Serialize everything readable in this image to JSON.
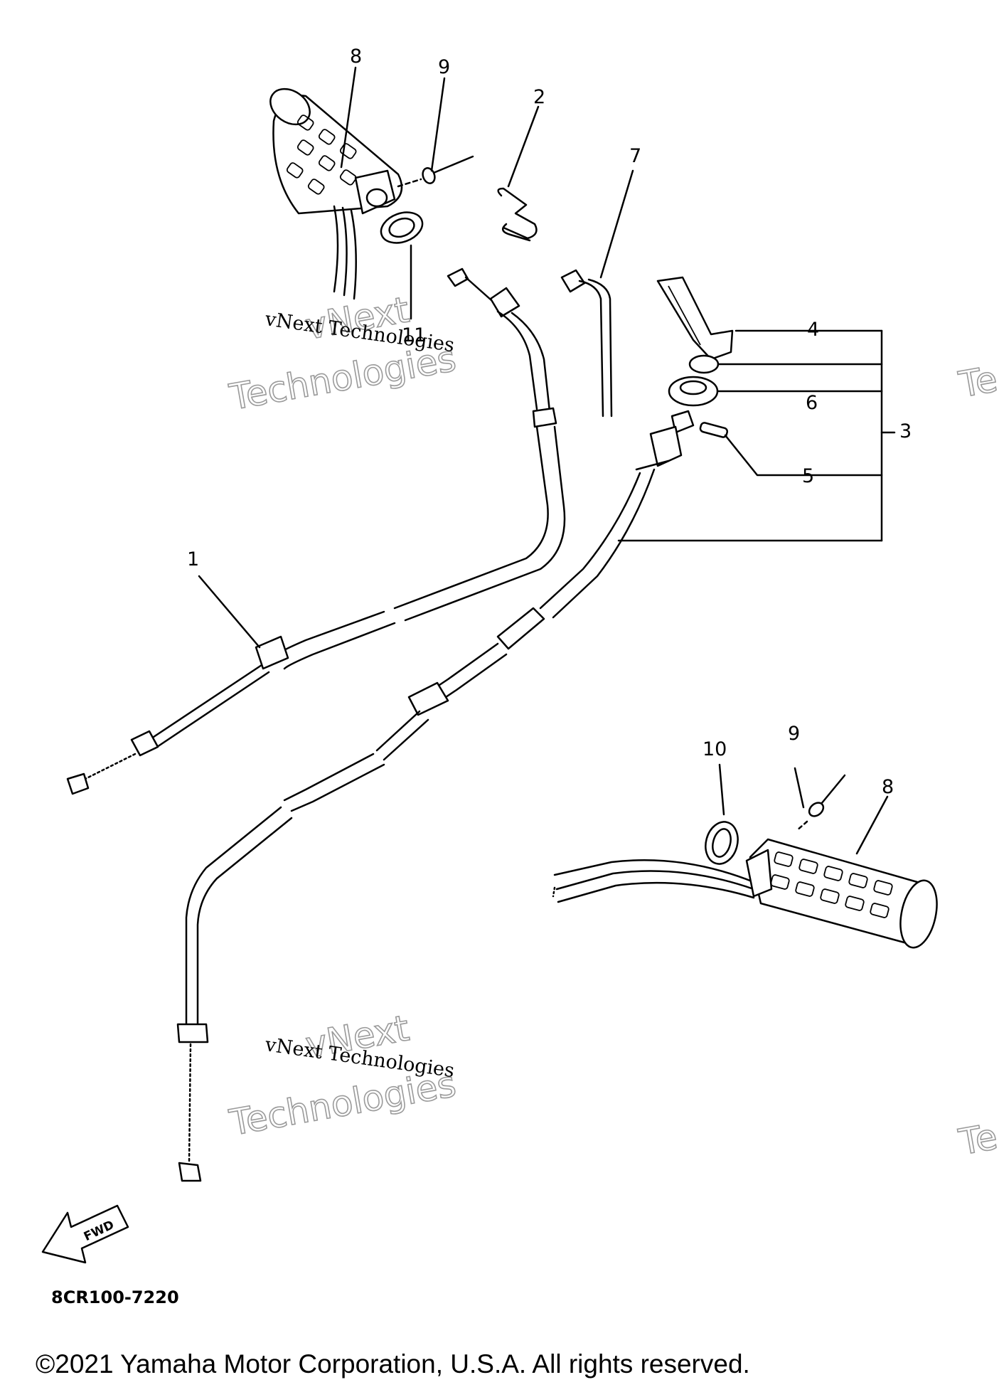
{
  "callouts": {
    "c1": "1",
    "c2": "2",
    "c3": "3",
    "c4": "4",
    "c5": "5",
    "c6": "6",
    "c7": "7",
    "c8a": "8",
    "c8b": "8",
    "c9a": "9",
    "c9b": "9",
    "c10": "10",
    "c11": "11"
  },
  "watermark": {
    "small": "vNext Technologies",
    "big_line1": "vNext",
    "big_line2": "Technologies",
    "edge_fragment": "Te"
  },
  "fwd_arrow_label": "FWD",
  "part_code": "8CR100-7220",
  "copyright": "©2021 Yamaha Motor Corporation, U.S.A. All rights reserved."
}
